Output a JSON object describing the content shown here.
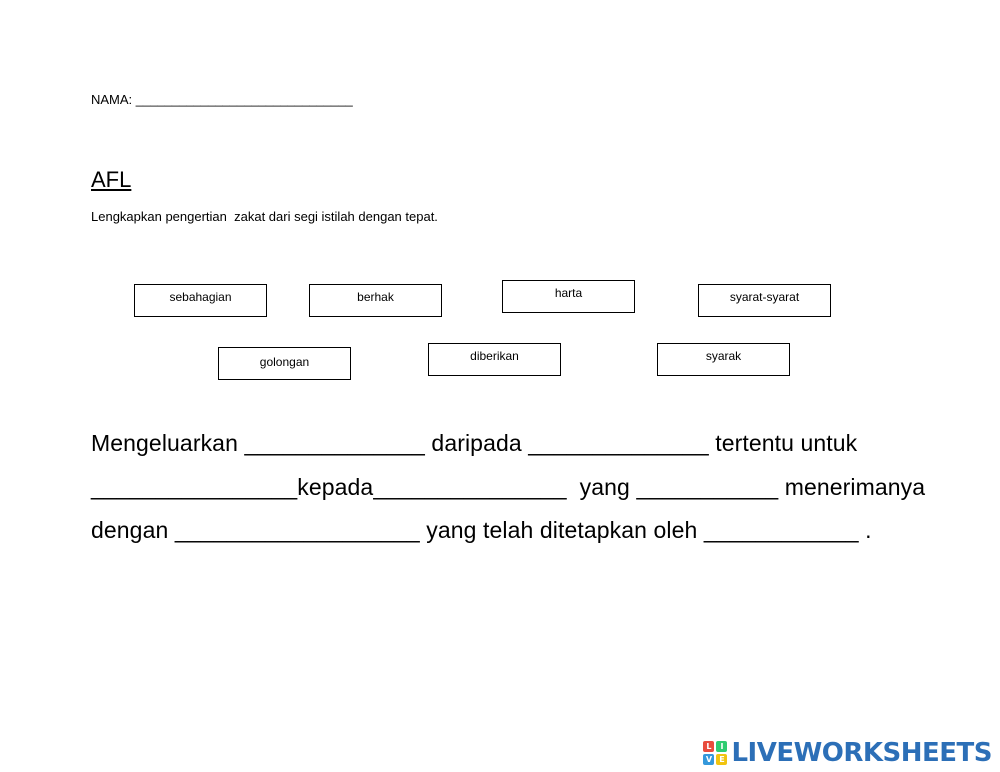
{
  "header": {
    "name_label": "NAMA: ______________________________"
  },
  "title": "AFL",
  "instruction": "Lengkapkan pengertian  zakat dari segi istilah dengan tepat.",
  "word_bank": {
    "sebahagian": "sebahagian",
    "berhak": "berhak",
    "harta": "harta",
    "syarat_syarat": "syarat-syarat",
    "golongan": "golongan",
    "diberikan": "diberikan",
    "syarak": "syarak"
  },
  "sentence": {
    "line1": "Mengeluarkan ______________ daripada ______________ tertentu untuk",
    "line2": "________________kepada_______________  yang ___________ menerimanya",
    "line3": "dengan ___________________ yang telah ditetapkan oleh ____________ ."
  },
  "footer": {
    "logo_letters": [
      "L",
      "I",
      "V",
      "E"
    ],
    "logo_colors": [
      "#e84c3d",
      "#2ecc71",
      "#3498db",
      "#f1c40f"
    ],
    "logo_text": "LIVEWORKSHEETS",
    "logo_color": "#2c6fb7"
  }
}
